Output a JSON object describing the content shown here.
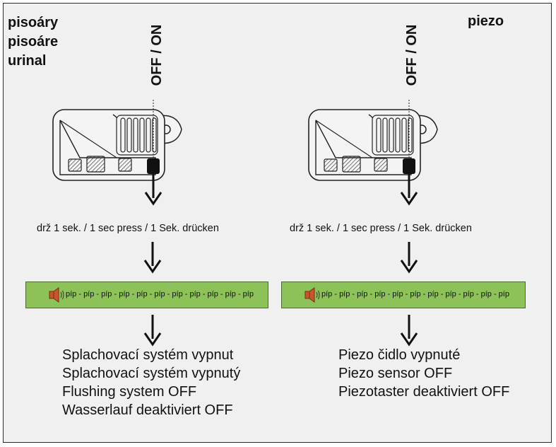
{
  "left_title_lines": [
    "pisoáry",
    "pisoáre",
    "urinal"
  ],
  "right_title": "piezo",
  "toggle_label": "OFF / ON",
  "instruction": "drž 1 sek. / 1 sec press / 1 Sek. drücken",
  "beep_text": "píp - píp - píp - píp - píp - píp - píp - píp - píp - píp - píp",
  "left_result_lines": [
    "Splachovací systém vypnut",
    "Splachovací systém vypnutý",
    "Flushing system OFF",
    "Wasserlauf deaktiviert OFF"
  ],
  "right_result_lines": [
    "Piezo čidlo vypnuté",
    "Piezo sensor OFF",
    "Piezotaster deaktiviert OFF"
  ],
  "colors": {
    "beep_bar": "#8cc257",
    "speaker": "#c8562a",
    "background": "#f0f0f0"
  }
}
